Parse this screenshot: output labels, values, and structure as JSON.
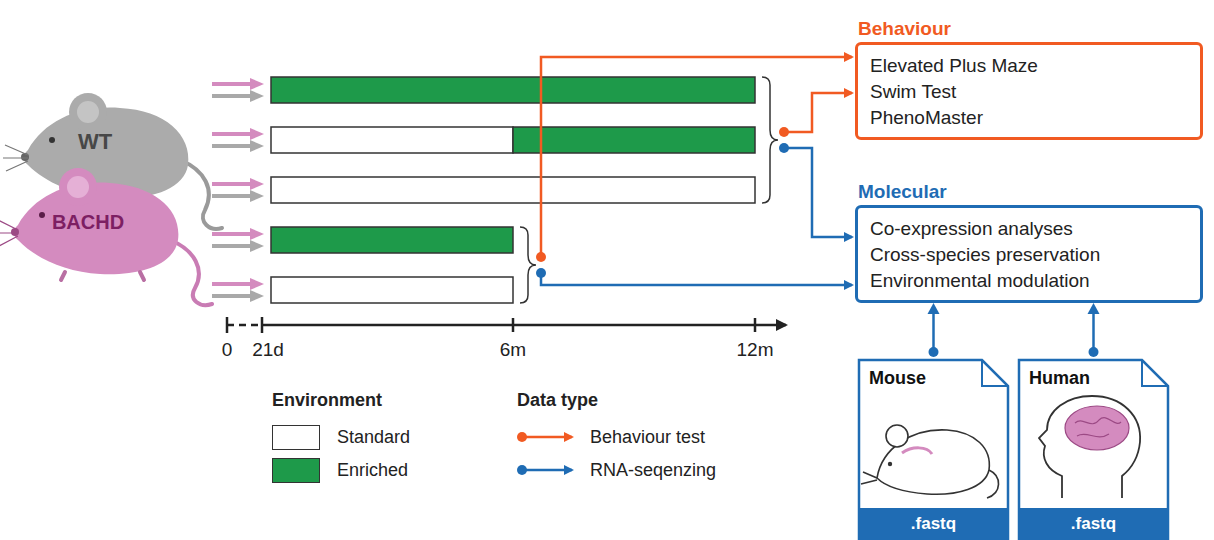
{
  "diagram": {
    "nodes": [
      {
        "text": [
          "Behaviour",
          "Elevated Plus Maze",
          "Swim Test",
          "PhenoMaster"
        ]
      },
      {
        "text": [
          "Molecular",
          "Co-expression analyses",
          "Cross-species preservation",
          "Environmental modulation"
        ]
      },
      {
        "text": [
          "Mouse",
          ".fastq"
        ]
      },
      {
        "text": [
          "Human",
          ".fastq"
        ]
      }
    ],
    "edges": [
      {
        "from": 2,
        "to": 1,
        "arrow": "to"
      },
      {
        "from": 3,
        "to": 1,
        "arrow": "to"
      }
    ],
    "labels": [
      "WT",
      "BACHD",
      "0",
      "21d",
      "6m",
      "12m",
      "Environment",
      "Data type"
    ],
    "legend": [
      {
        "text": "Standard",
        "color": "#ffffff"
      },
      {
        "text": "Enriched",
        "color": "#1e9a4a"
      },
      {
        "text": "Behaviour test"
      },
      {
        "text": "RNA-seqenzing"
      }
    ]
  }
}
